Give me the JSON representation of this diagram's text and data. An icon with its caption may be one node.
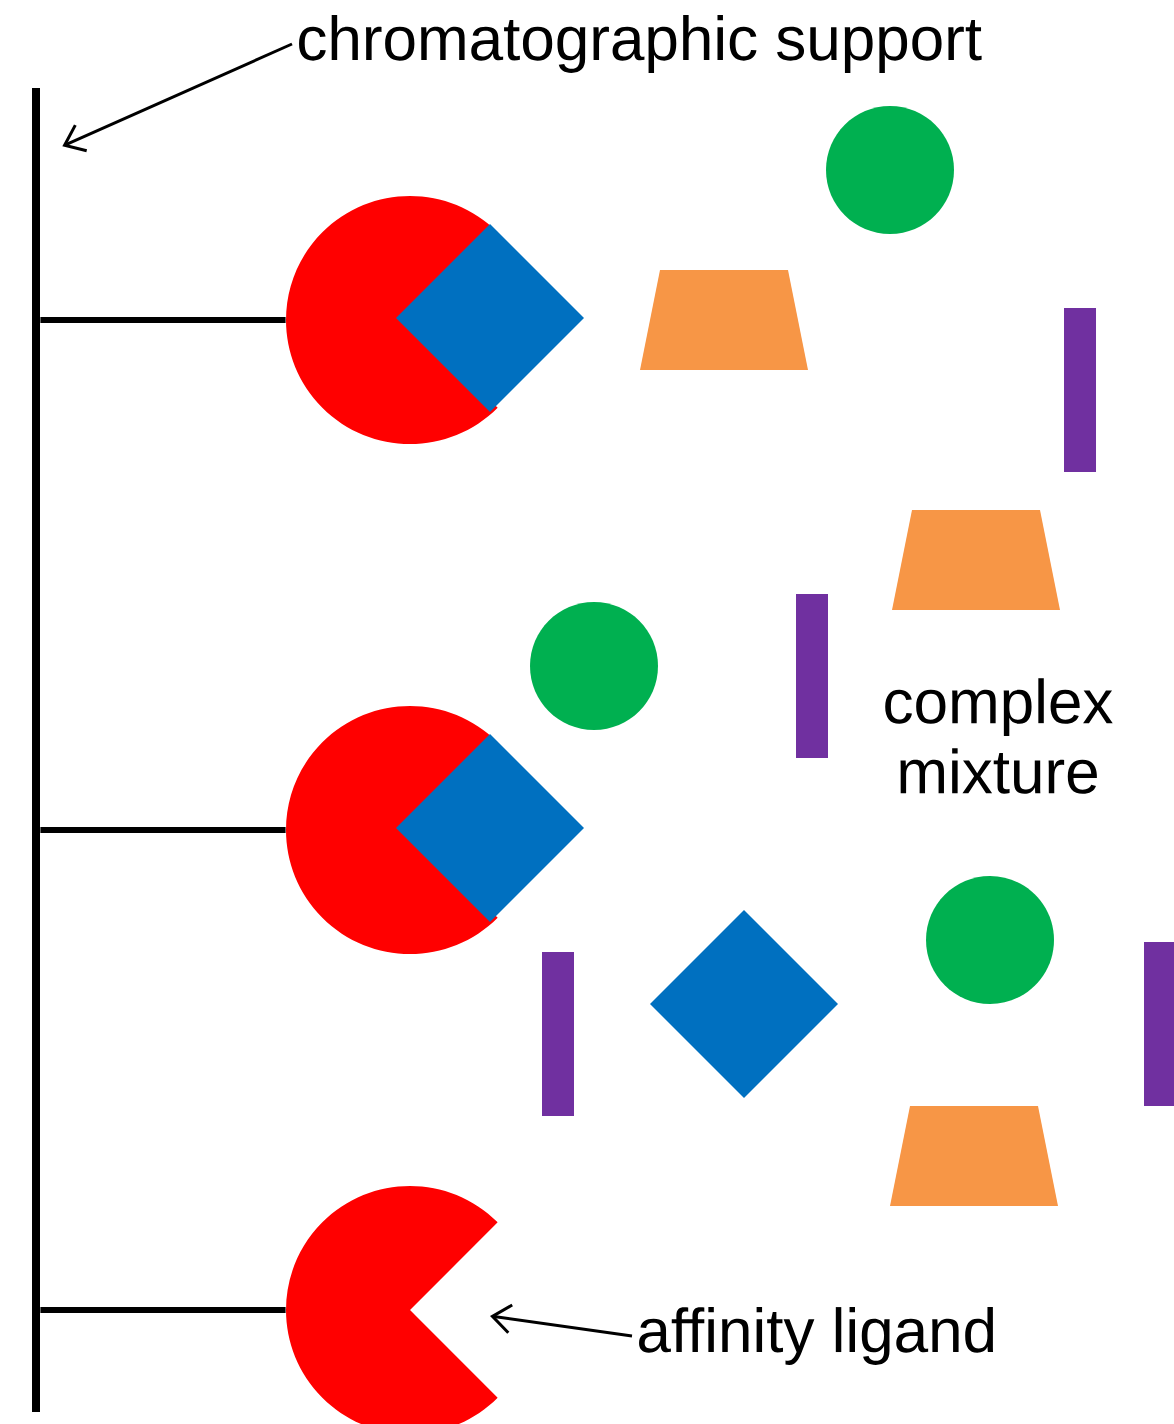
{
  "diagram": {
    "nodes": [
      {
        "text": [
          "chromatographic support"
        ]
      },
      {
        "text": [],
        "shape": "bar"
      },
      {
        "text": [],
        "shape": "circle"
      },
      {
        "text": [],
        "shape": "circle"
      },
      {
        "text": [],
        "shape": "circle"
      },
      {
        "text": [
          "affinity ligand"
        ]
      }
    ],
    "edges": [
      {
        "from": 0,
        "to": 1,
        "arrow": "to"
      },
      {
        "from": 1,
        "to": 2,
        "arrow": "none"
      },
      {
        "from": 1,
        "to": 3,
        "arrow": "none"
      },
      {
        "from": 1,
        "to": 4,
        "arrow": "none"
      },
      {
        "from": 5,
        "to": 4,
        "arrow": "to"
      }
    ],
    "labels": [
      "complex mixture"
    ]
  }
}
